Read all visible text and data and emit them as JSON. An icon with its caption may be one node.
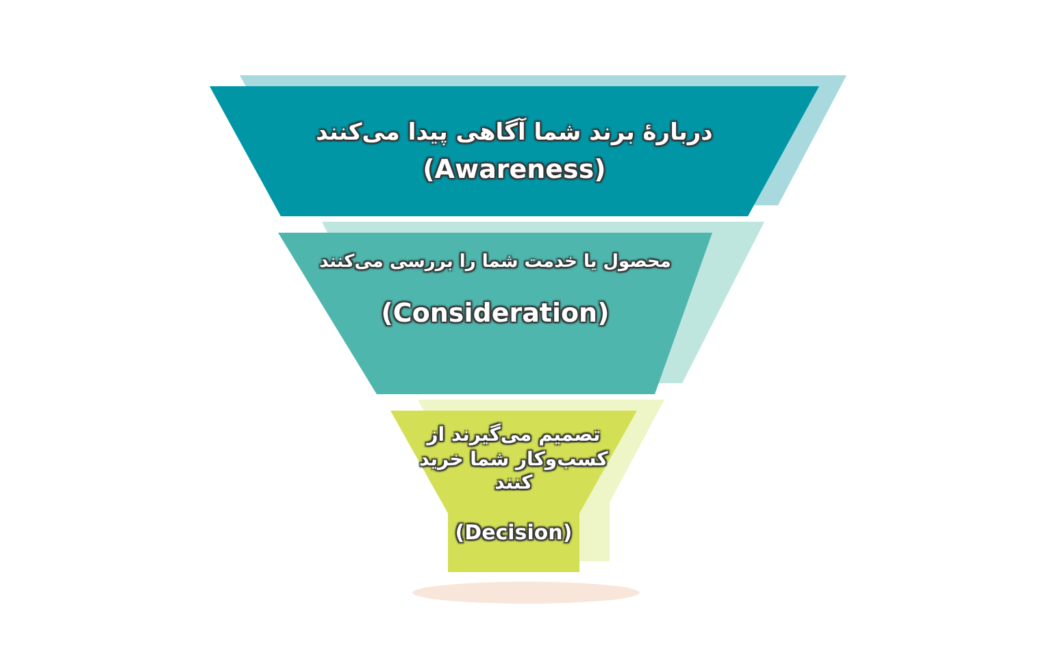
{
  "diagram": {
    "nodes": [
      {
        "text": [
          "دربارهٔ برند شما آگاهی پیدا می‌کنند",
          "(Awareness)"
        ]
      },
      {
        "text": [
          "محصول یا خدمت شما را بررسی می‌کنند",
          "(Consideration)"
        ]
      },
      {
        "text": [
          "تصمیم می‌گیرند از کسب‌وکار شما خرید کنند",
          "(Decision)"
        ]
      }
    ]
  }
}
